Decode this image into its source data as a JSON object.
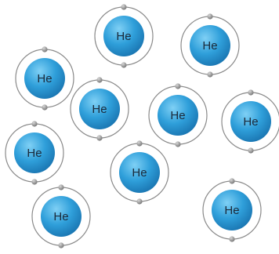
{
  "diagram": {
    "atom_symbol": "He",
    "atom_count": 10,
    "electrons_per_atom": 2,
    "colors": {
      "nucleus_fill": "#2f9fda",
      "nucleus_highlight": "#7fd0f5",
      "nucleus_shadow": "#1b78b4",
      "orbit": "#8a8a8a",
      "electron": "#7a7a7a"
    },
    "icon": "helium-atom-icon"
  }
}
